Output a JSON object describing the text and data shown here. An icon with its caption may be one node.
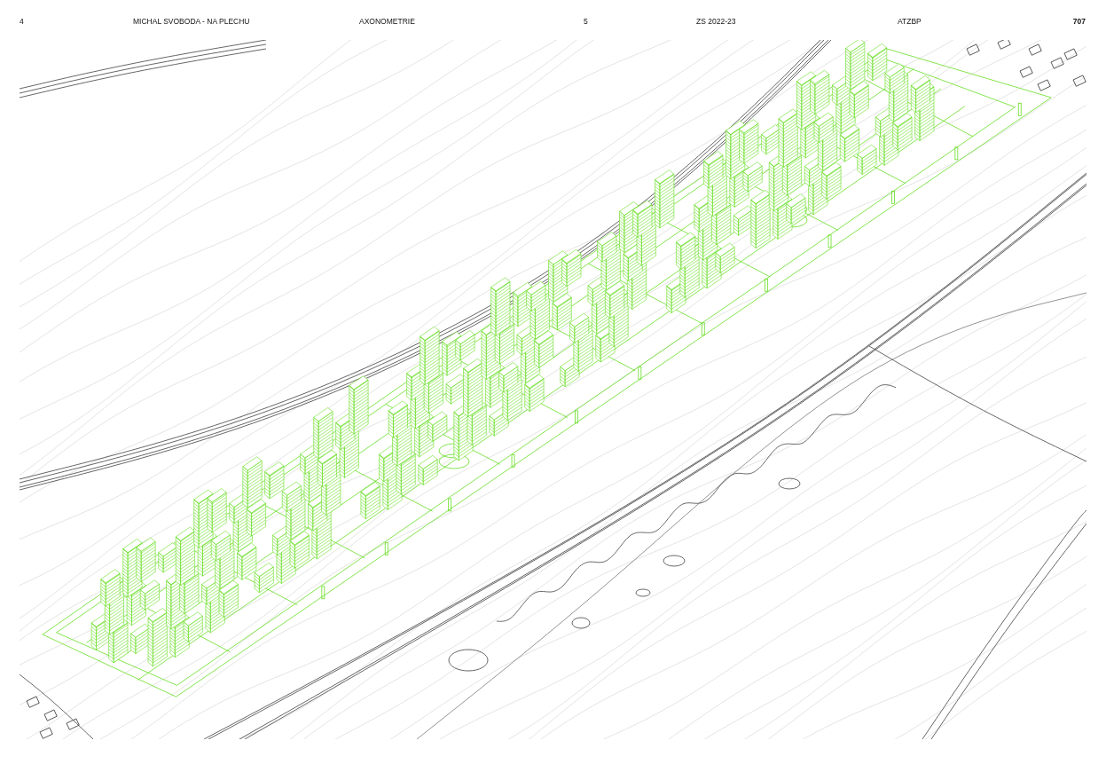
{
  "diagram": {
    "labels": [
      "4",
      "MICHAL SVOBODA - NA PLECHU",
      "AXONOMETRIE",
      "5",
      "ZS 2022-23",
      "ATZBP",
      "707"
    ]
  }
}
